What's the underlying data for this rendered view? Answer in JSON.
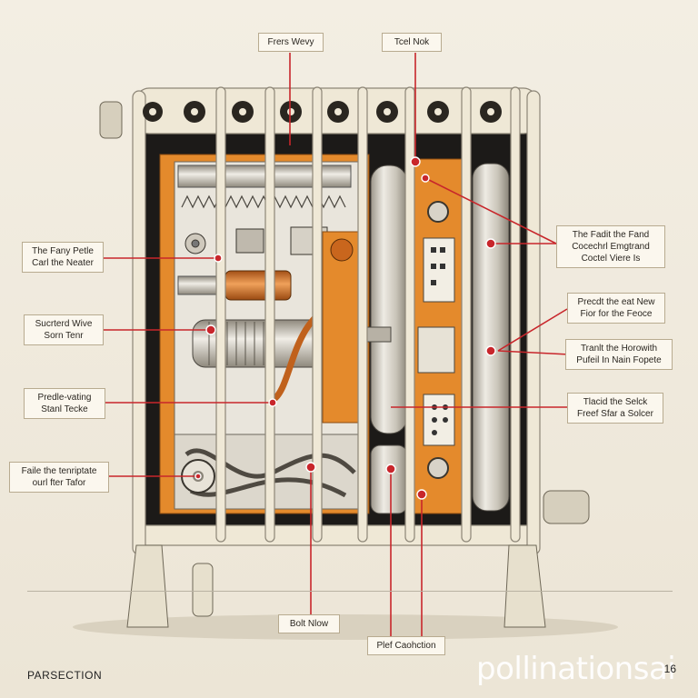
{
  "colors": {
    "accent_red": "#c8262b",
    "accent_orange": "#e48a2c",
    "frame_ivory": "#efe8d6",
    "ink": "#2a2620"
  },
  "labels": {
    "top_left": {
      "line1": "Frers Wevy"
    },
    "top_right": {
      "line1": "Tcel Nok"
    },
    "left_1": {
      "line1": "The Fany Petle",
      "line2": "Carl the Neater"
    },
    "left_2": {
      "line1": "Sucrterd Wive",
      "line2": "Sorn Tenr"
    },
    "left_3": {
      "line1": "Predle-vating",
      "line2": "Stanl Tecke"
    },
    "left_4": {
      "line1": "Faile the tenriptate",
      "line2": "ourl fter Tafor"
    },
    "right_1": {
      "line1": "The Fadit the Fand",
      "line2": "Cocechrl Emgtrand",
      "line3": "Coctel Viere Is"
    },
    "right_2": {
      "line1": "Precdt the eat New",
      "line2": "Fior for the Feoce"
    },
    "right_3": {
      "line1": "Tranlt the Horowith",
      "line2": "Pufeil In Nain Fopete"
    },
    "right_4": {
      "line1": "Tlacid the Selck",
      "line2": "Freef Sfar a Solcer"
    },
    "bottom_1": {
      "line1": "Bolt Nlow"
    },
    "bottom_2": {
      "line1": "Plef Caohction"
    }
  },
  "footer": {
    "left_text": "PARSECTION",
    "page_number": "16",
    "watermark": "pollinationsai"
  }
}
